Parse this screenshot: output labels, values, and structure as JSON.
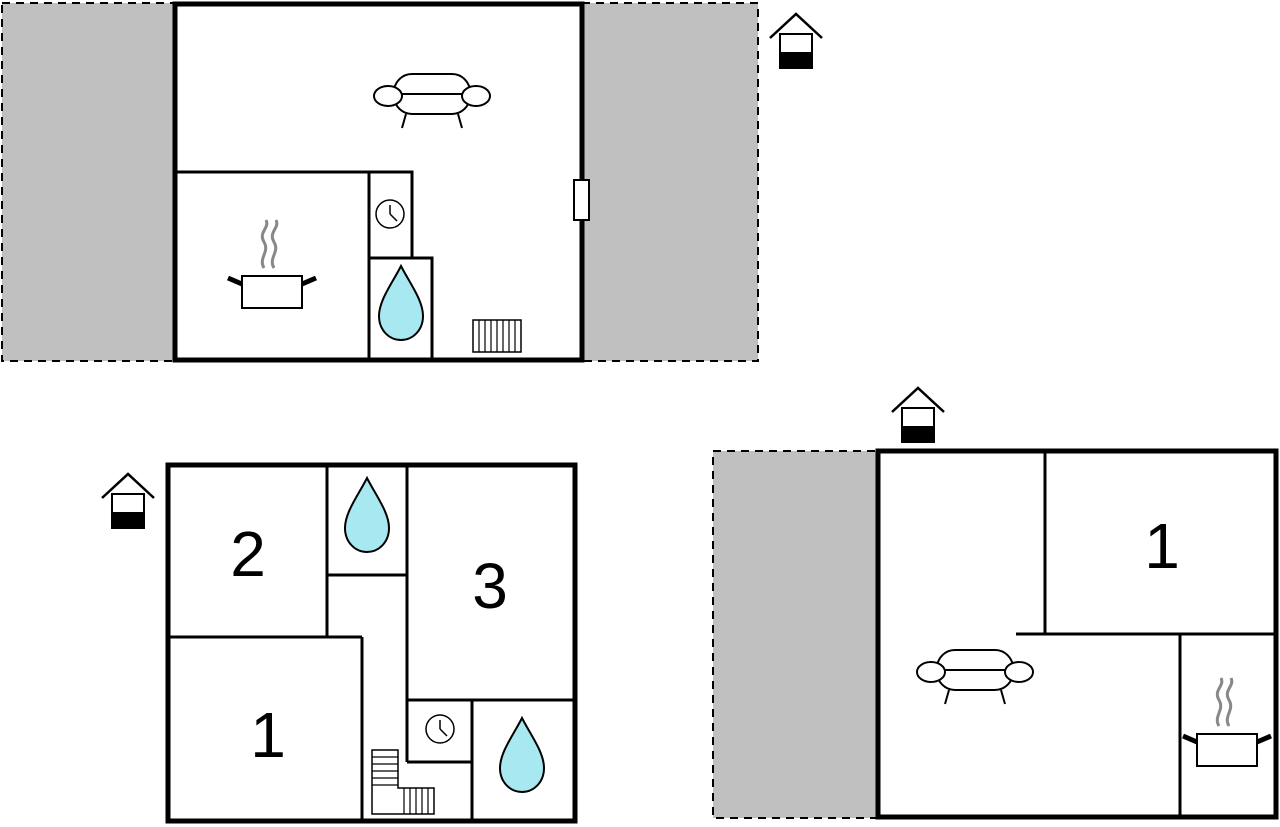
{
  "colors": {
    "background": "#ffffff",
    "wall": "#000000",
    "terrace": "#c0c0c0",
    "water": "#a8e8f0",
    "steam": "#888888"
  },
  "floor_plans": [
    {
      "id": "plan-top",
      "rooms": [
        {
          "type": "living-room",
          "icon": "sofa-icon"
        },
        {
          "type": "kitchen",
          "icon": "cooking-pot-icon"
        },
        {
          "type": "utility",
          "icon": "washing-machine-icon"
        },
        {
          "type": "bathroom",
          "icon": "water-drop-icon"
        },
        {
          "type": "heating",
          "icon": "radiator-icon"
        }
      ],
      "entrance_icon": "entrance-house-icon",
      "terraces": 2
    },
    {
      "id": "plan-bottom-left",
      "rooms": [
        {
          "type": "bedroom",
          "label": "2"
        },
        {
          "type": "bedroom",
          "label": "3"
        },
        {
          "type": "bedroom",
          "label": "1"
        },
        {
          "type": "bathroom",
          "icon": "water-drop-icon"
        },
        {
          "type": "bathroom",
          "icon": "water-drop-icon"
        },
        {
          "type": "utility",
          "icon": "washing-machine-icon"
        },
        {
          "type": "stairs",
          "icon": "stairs-icon"
        }
      ],
      "entrance_icon": "entrance-house-icon"
    },
    {
      "id": "plan-bottom-right",
      "rooms": [
        {
          "type": "bedroom",
          "label": "1"
        },
        {
          "type": "living-room",
          "icon": "sofa-icon"
        },
        {
          "type": "kitchen",
          "icon": "cooking-pot-icon"
        }
      ],
      "entrance_icon": "entrance-house-icon",
      "terraces": 1
    }
  ]
}
